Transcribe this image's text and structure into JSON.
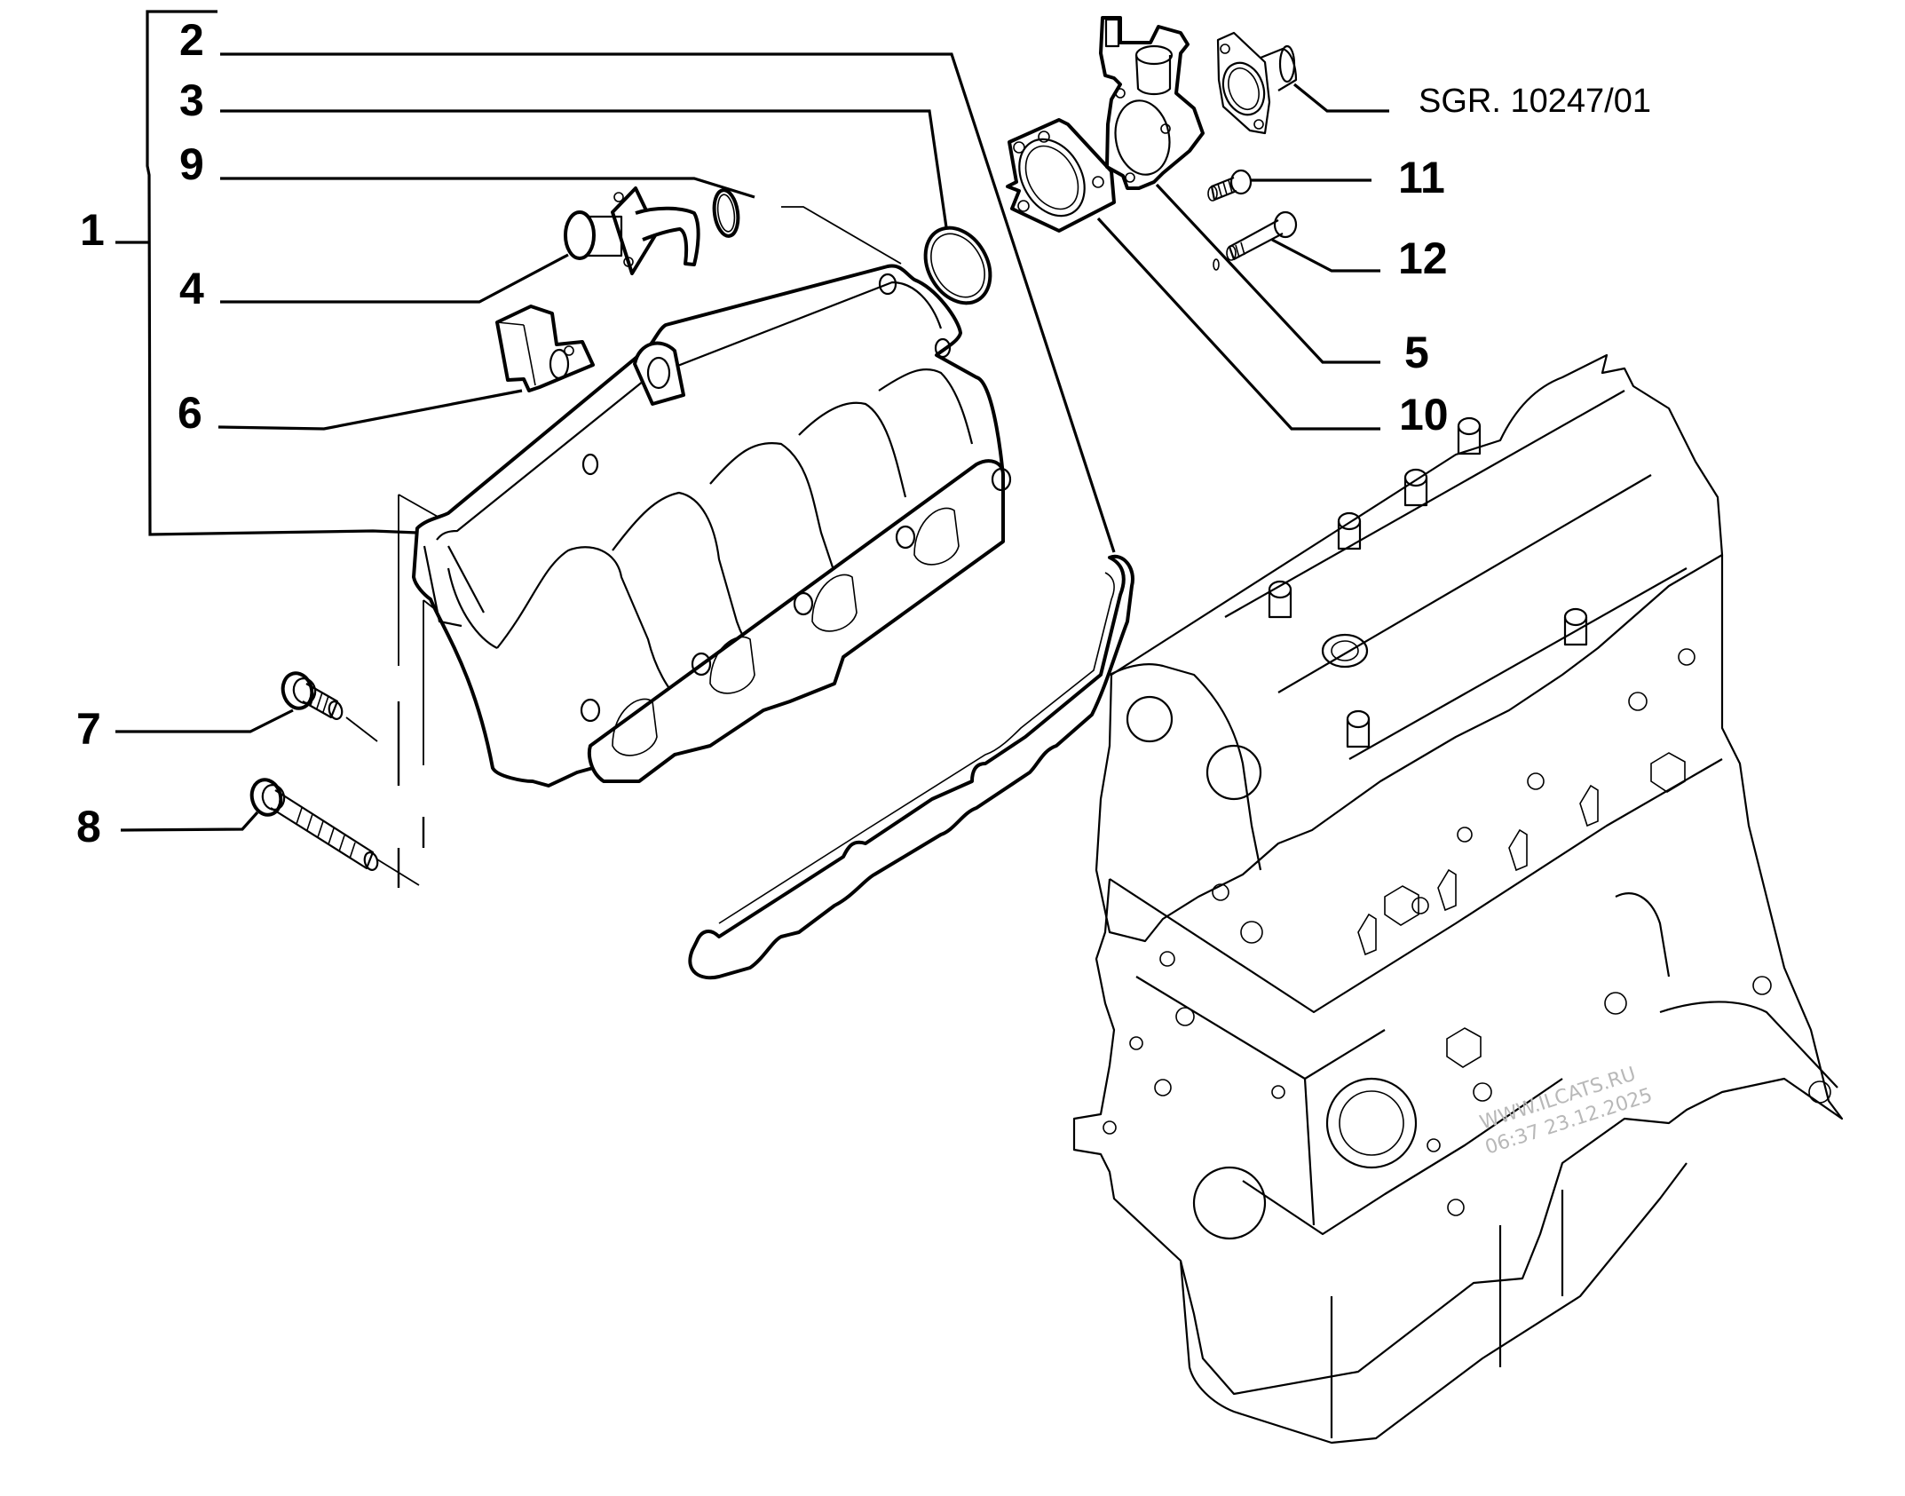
{
  "diagram": {
    "title": "Intake manifold and throttle body exploded view",
    "reference_code": "SGR. 10247/01",
    "watermark": {
      "line1": "WWW.ILCATS.RU",
      "line2": "06:37 23.12.2025"
    },
    "callouts": [
      {
        "id": "1",
        "label": "1",
        "part": "intake-manifold-assembly"
      },
      {
        "id": "2",
        "label": "2",
        "part": "manifold-gasket"
      },
      {
        "id": "3",
        "label": "3",
        "part": "throttle-o-ring"
      },
      {
        "id": "4",
        "label": "4",
        "part": "pipe-union"
      },
      {
        "id": "5",
        "label": "5",
        "part": "throttle-body"
      },
      {
        "id": "6",
        "label": "6",
        "part": "sensor"
      },
      {
        "id": "7",
        "label": "7",
        "part": "short-flange-bolt"
      },
      {
        "id": "8",
        "label": "8",
        "part": "long-flange-bolt"
      },
      {
        "id": "9",
        "label": "9",
        "part": "small-o-ring"
      },
      {
        "id": "10",
        "label": "10",
        "part": "throttle-adapter-flange"
      },
      {
        "id": "11",
        "label": "11",
        "part": "short-bolt"
      },
      {
        "id": "12",
        "label": "12",
        "part": "long-bolt"
      }
    ]
  }
}
